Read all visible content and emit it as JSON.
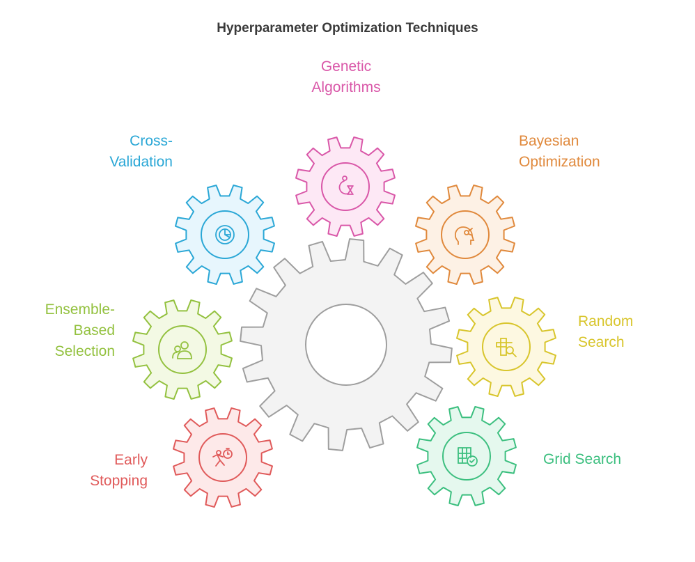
{
  "title": "Hyperparameter Optimization Techniques",
  "center_gear": {
    "stroke": "#9e9e9e",
    "fill": "#f3f3f3"
  },
  "techniques": [
    {
      "id": "genetic",
      "lines": [
        "Genetic",
        "Algorithms"
      ],
      "icon": "dna-icon",
      "color": "#d957a8",
      "fill": "#fde8f5"
    },
    {
      "id": "cross",
      "lines": [
        "Cross-",
        "Validation"
      ],
      "icon": "pie-chart-icon",
      "color": "#2aa7d6",
      "fill": "#e7f6fd"
    },
    {
      "id": "bayes",
      "lines": [
        "Bayesian",
        "Optimization"
      ],
      "icon": "brain-head-icon",
      "color": "#e0893c",
      "fill": "#fdf1e5"
    },
    {
      "id": "ensemble",
      "lines": [
        "Ensemble-",
        "Based",
        "Selection"
      ],
      "icon": "group-icon",
      "color": "#93c13f",
      "fill": "#f3f9e4"
    },
    {
      "id": "random",
      "lines": [
        "Random",
        "Search"
      ],
      "icon": "grid-search-icon",
      "color": "#d8c52c",
      "fill": "#fdf8e1"
    },
    {
      "id": "early",
      "lines": [
        "Early",
        "Stopping"
      ],
      "icon": "runner-timer-icon",
      "color": "#e05a5a",
      "fill": "#fde9e9"
    },
    {
      "id": "grid",
      "lines": [
        "Grid Search"
      ],
      "icon": "grid-check-icon",
      "color": "#3cbf7f",
      "fill": "#e5f8ee"
    }
  ]
}
